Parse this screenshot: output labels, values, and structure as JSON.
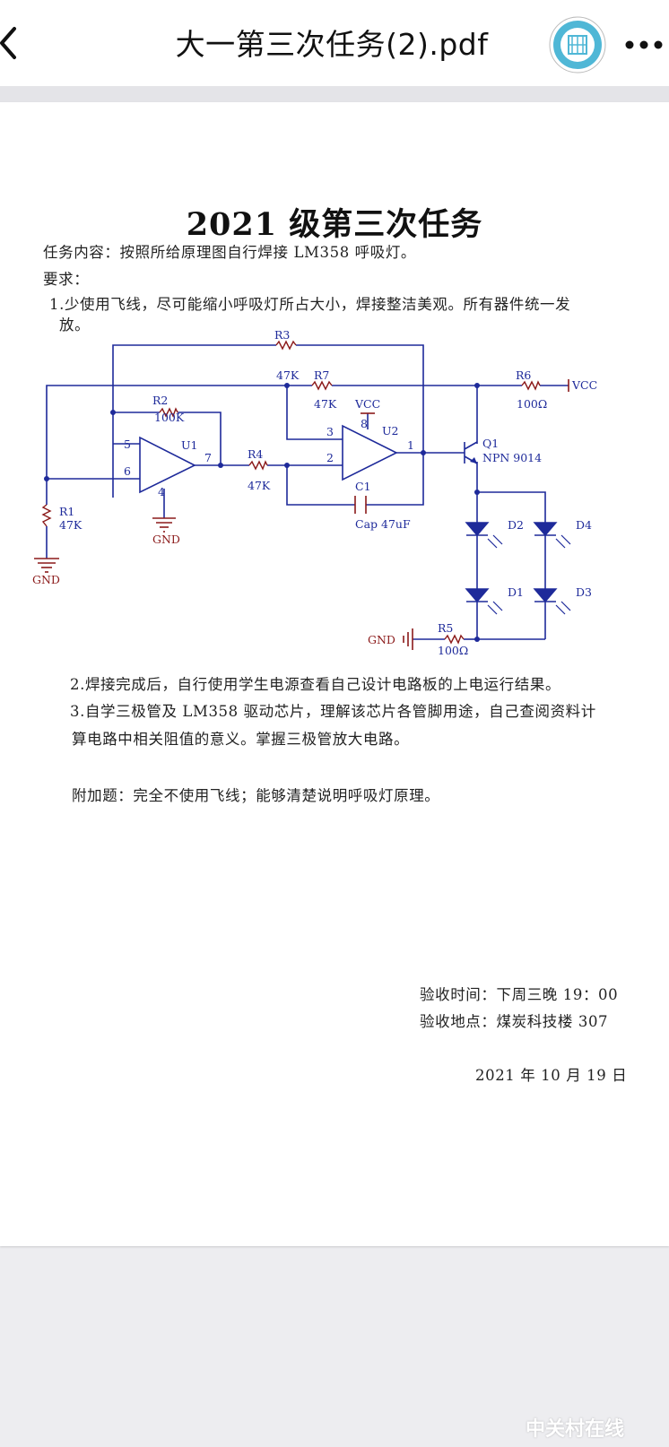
{
  "header": {
    "title": "大一第三次任务(2).pdf",
    "back_icon": "chevron-left-icon",
    "more_icon": "more-dots-icon",
    "avatar": "university-seal-avatar"
  },
  "document": {
    "title": "2021 级第三次任务",
    "task": "任务内容：按照所给原理图自行焊接 LM358 呼吸灯。",
    "req_label": "要求：",
    "req1_line1": "1.少使用飞线，尽可能缩小呼吸灯所占大小，焊接整洁美观。所有器件统一发",
    "req1_line2": "放。",
    "req2": "2.焊接完成后，自行使用学生电源查看自己设计电路板的上电运行结果。",
    "req3_line1": "3.自学三极管及 LM358 驱动芯片，理解该芯片各管脚用途，自己查阅资料计",
    "req3_line2": "算电路中相关阻值的意义。掌握三极管放大电路。",
    "bonus": "附加题：完全不使用飞线；能够清楚说明呼吸灯原理。",
    "accept_time": "验收时间：下周三晚 19：00",
    "accept_place": "验收地点：煤炭科技楼 307",
    "date": "2021 年 10 月 19 日"
  },
  "schematic": {
    "R3": "R3",
    "R7": "R7",
    "R7_val": "47K",
    "R3_val": "47K",
    "R6": "R6",
    "R6_val": "100Ω",
    "VCC1": "VCC",
    "VCC2": "VCC",
    "R2": "R2",
    "R2_val": "100K",
    "U1": "U1",
    "U2": "U2",
    "pin5": "5",
    "pin6": "6",
    "pin7": "7",
    "pin4": "4",
    "pin3": "3",
    "pin2": "2",
    "pin1": "1",
    "pin8": "8",
    "R4": "R4",
    "R4_val": "47K",
    "C1": "C1",
    "C1_val": "Cap  47uF",
    "Q1": "Q1",
    "Q1_val": "NPN  9014",
    "R1": "R1",
    "R1_val": "47K",
    "GND1": "GND",
    "GND2": "GND",
    "GND3": "GND",
    "D1": "D1",
    "D2": "D2",
    "D3": "D3",
    "D4": "D4",
    "R5": "R5",
    "R5_val": "100Ω"
  },
  "watermark": "中关村在线",
  "colors": {
    "wire": "#1e2a9a",
    "component": "#8b1a1a",
    "label": "#1e2a9a"
  }
}
